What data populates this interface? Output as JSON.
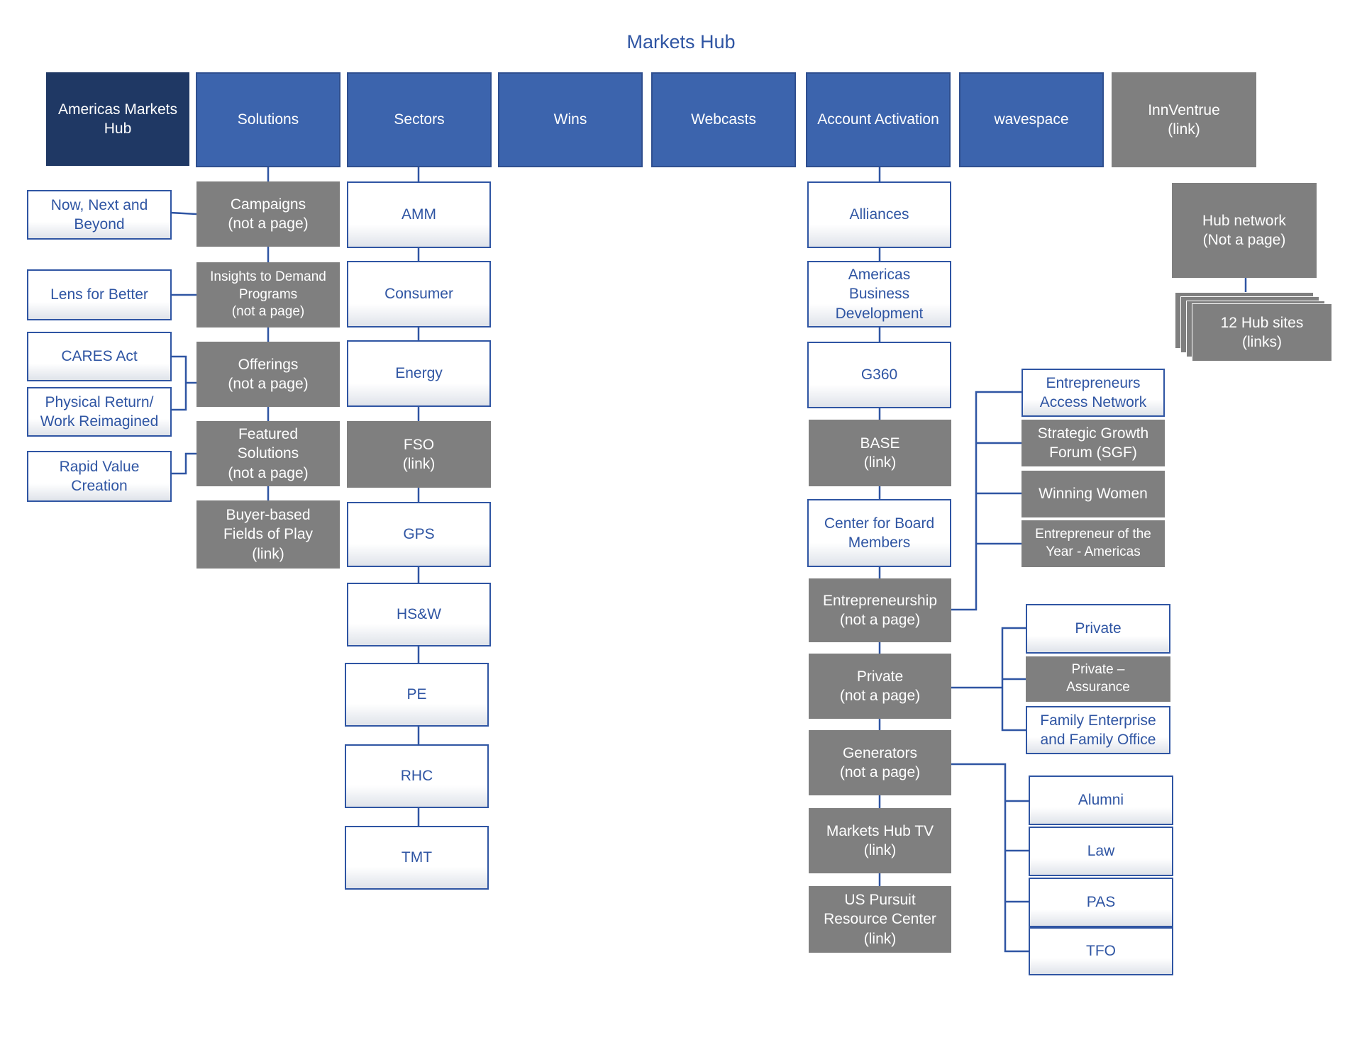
{
  "title": "Markets Hub",
  "colors": {
    "root": "#1f3864",
    "blue": "#3c64ad",
    "gray": "#7f7f7f",
    "outline": "#2f55a3",
    "connector": "#2f55a3"
  },
  "top_nav": {
    "root": "Americas Markets Hub",
    "solutions": "Solutions",
    "sectors": "Sectors",
    "wins": "Wins",
    "webcasts": "Webcasts",
    "account_activation": "Account Activation",
    "wavespace": "wavespace",
    "innventrue": "InnVentrue\n(link)"
  },
  "solutions": {
    "campaigns": "Campaigns\n(not a page)",
    "insights": "Insights to Demand\nPrograms\n(not a page)",
    "offerings": "Offerings\n(not a page)",
    "featured": "Featured\nSolutions\n(not a page)",
    "buyer_based": "Buyer-based\nFields of Play\n(link)",
    "now_next": "Now, Next and\nBeyond",
    "lens": "Lens for Better",
    "cares": "CARES Act",
    "physical_return": "Physical Return/\nWork Reimagined",
    "rapid_value": "Rapid Value\nCreation"
  },
  "sectors": {
    "amm": "AMM",
    "consumer": "Consumer",
    "energy": "Energy",
    "fso": "FSO\n(link)",
    "gps": "GPS",
    "hsw": "HS&W",
    "pe": "PE",
    "rhc": "RHC",
    "tmt": "TMT"
  },
  "account_activation": {
    "alliances": "Alliances",
    "abd": "Americas\nBusiness\nDevelopment",
    "g360": "G360",
    "base": "BASE\n(link)",
    "board": "Center for Board\nMembers",
    "entrepreneurship": "Entrepreneurship\n(not a page)",
    "private": "Private\n(not a page)",
    "generators": "Generators\n(not a page)",
    "mhtv": "Markets Hub TV\n(link)",
    "uspursuit": "US Pursuit\nResource Center\n(link)"
  },
  "entrepreneurship_children": {
    "ean": "Entrepreneurs\nAccess Network",
    "sgf": "Strategic Growth\nForum (SGF)",
    "ww": "Winning Women",
    "eoy": "Entrepreneur of the\nYear - Americas"
  },
  "private_children": {
    "private": "Private",
    "assurance": "Private –\nAssurance",
    "family": "Family Enterprise\nand Family Office"
  },
  "generators_children": {
    "alumni": "Alumni",
    "law": "Law",
    "pas": "PAS",
    "tfo": "TFO"
  },
  "hub_network": {
    "hub": "Hub network\n(Not a page)",
    "sites": "12 Hub sites\n(links)"
  }
}
